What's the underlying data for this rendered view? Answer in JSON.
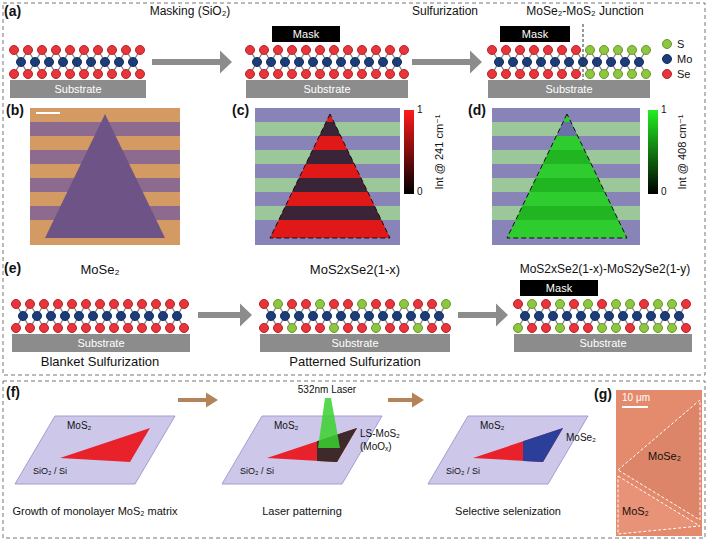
{
  "diagram": {
    "nodes": [
      {
        "text": [
          "Substrate"
        ]
      },
      {
        "text": [
          "Mask"
        ]
      },
      {
        "text": [
          "Substrate"
        ]
      },
      {
        "text": [
          "Mask"
        ]
      },
      {
        "text": [
          "Substrate"
        ]
      },
      {
        "text": [
          "Substrate"
        ]
      },
      {
        "text": [
          "Substrate"
        ]
      },
      {
        "text": [
          "Mask"
        ]
      },
      {
        "text": [
          "Substrate"
        ]
      }
    ],
    "labels": [
      "(a)",
      "Masking (SiO₂)",
      "Sulfurization",
      "MoSe₂-MoS₂ Junction",
      "(b)",
      "(c)",
      "1",
      "0",
      "Int @ 241 cm⁻¹",
      "(d)",
      "1",
      "0",
      "Int @ 408 cm⁻¹",
      "(e)",
      "MoSe₂",
      "MoS2xSe2(1-x)",
      "MoS2xSe2(1-x)-MoS2ySe2(1-y)",
      "Blanket Sulfurization",
      "Patterned Sulfurization",
      "(f)",
      "MoS₂",
      "SiO₂ / Si",
      "Growth of monolayer MoS₂ matrix",
      "532nm Laser",
      "MoS₂",
      "LS-MoS₂",
      "(MoOₓ)",
      "SiO₂ / Si",
      "Laser patterning",
      "MoS₂",
      "MoSe₂",
      "SiO₂ / Si",
      "Selective selenization",
      "(g)",
      "10 μm",
      "MoSe₂",
      "MoS₂"
    ],
    "legend": [
      {
        "text": "S",
        "color": "#8dc63f"
      },
      {
        "text": "Mo",
        "color": "#1c3d7a"
      },
      {
        "text": "Se",
        "color": "#e8343a"
      }
    ]
  }
}
